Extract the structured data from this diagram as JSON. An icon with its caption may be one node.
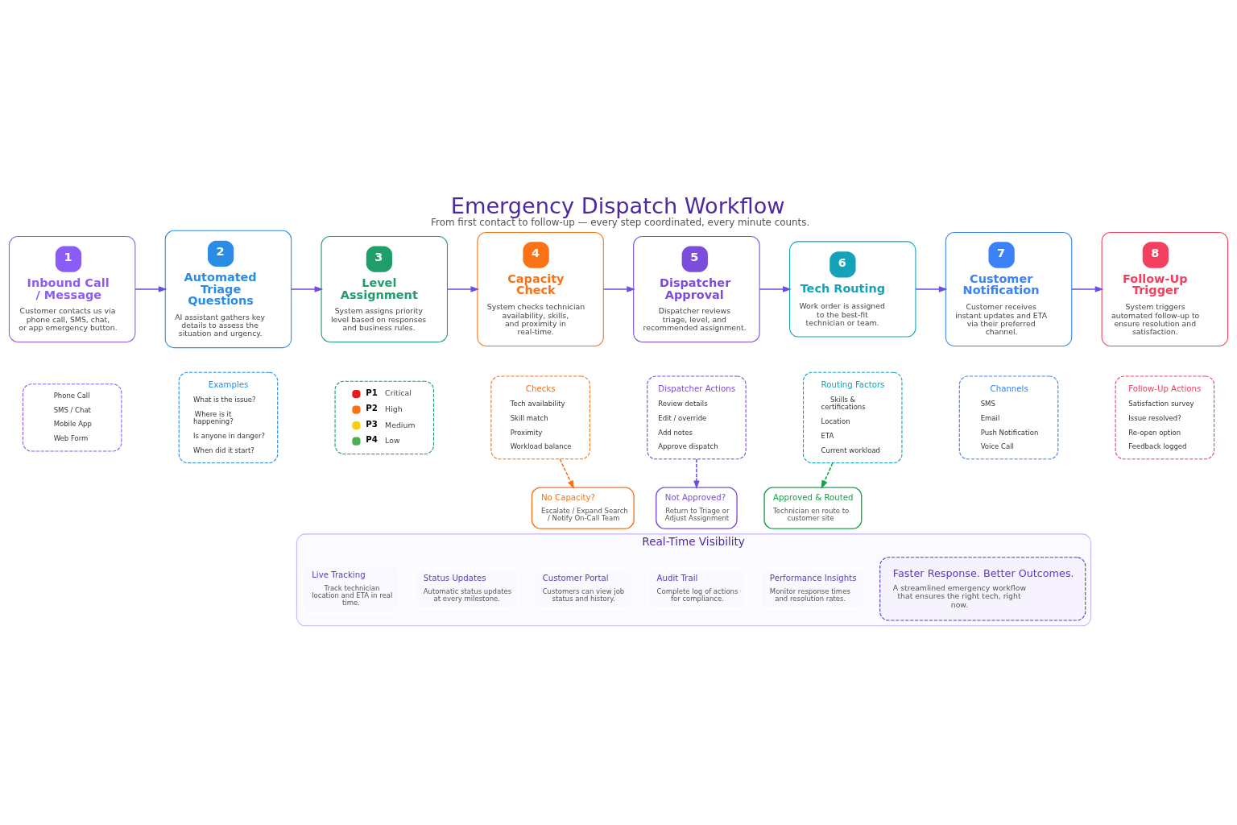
{
  "diagram": {
    "title": "Emergency Dispatch Workflow",
    "caption": "From first contact to follow-up — every step coordinated, every minute counts.",
    "nodes": [
      {
        "text": [
          "1",
          "Inbound Call / Message",
          "Customer contacts us via phone call, SMS, chat, or app emergency button."
        ]
      },
      {
        "text": [
          "2",
          "Automated Triage Questions",
          "AI assistant gathers key details to assess the situation and urgency."
        ]
      },
      {
        "text": [
          "3",
          "Level Assignment",
          "System assigns priority level based on responses and business rules."
        ]
      },
      {
        "text": [
          "4",
          "Capacity Check",
          "System checks technician availability, skills, and proximity in real-time."
        ]
      },
      {
        "text": [
          "5",
          "Dispatcher Approval",
          "Dispatcher reviews triage, level, and recommended assignment."
        ]
      },
      {
        "text": [
          "6",
          "Tech Routing",
          "Work order is assigned to the best-fit technician or team."
        ]
      },
      {
        "text": [
          "7",
          "Customer Notification",
          "Customer receives instant updates and ETA via their preferred channel."
        ]
      },
      {
        "text": [
          "8",
          "Follow-Up Trigger",
          "System triggers automated follow-up to ensure resolution and satisfaction."
        ]
      },
      {
        "text": [
          "Phone Call",
          "SMS / Chat",
          "Mobile App",
          "Web Form"
        ]
      },
      {
        "text": [
          "Examples",
          "What is the issue?",
          "Where is it happening?",
          "Is anyone in danger?",
          "When did it start?"
        ]
      },
      {
        "text": [
          "P1",
          "Critical",
          "P2",
          "High",
          "P3",
          "Medium",
          "P4",
          "Low"
        ]
      },
      {
        "text": [
          "Checks",
          "Tech availability",
          "Skill match",
          "Proximity",
          "Workload balance"
        ]
      },
      {
        "text": [
          "Dispatcher Actions",
          "Review details",
          "Edit / override",
          "Add notes",
          "Approve dispatch"
        ]
      },
      {
        "text": [
          "Routing Factors",
          "Skills & certifications",
          "Location",
          "ETA",
          "Current workload"
        ]
      },
      {
        "text": [
          "Channels",
          "SMS",
          "Email",
          "Push Notification",
          "Voice Call"
        ]
      },
      {
        "text": [
          "Follow-Up Actions",
          "Satisfaction survey",
          "Issue resolved?",
          "Re-open option",
          "Feedback logged"
        ]
      },
      {
        "text": [
          "No Capacity?",
          "Escalate / Expand Search / Notify On-Call Team"
        ]
      },
      {
        "text": [
          "Not Approved?",
          "Return to Triage or Adjust Assignment"
        ]
      },
      {
        "text": [
          "Approved & Routed",
          "Technician en route to customer site"
        ]
      },
      {
        "text": [
          "Real-Time Visibility"
        ]
      },
      {
        "text": [
          "Live Tracking",
          "Track technician location and ETA in real time."
        ],
        "in": 19
      },
      {
        "text": [
          "Status Updates",
          "Automatic status updates at every milestone."
        ],
        "in": 19
      },
      {
        "text": [
          "Customer Portal",
          "Customers can view job status and history."
        ],
        "in": 19
      },
      {
        "text": [
          "Audit Trail",
          "Complete log of actions for compliance."
        ],
        "in": 19
      },
      {
        "text": [
          "Performance Insights",
          "Monitor response times and resolution rates."
        ],
        "in": 19
      },
      {
        "text": [
          "Faster Response. Better Outcomes.",
          "A streamlined emergency workflow that ensures the right tech, right now."
        ],
        "in": 19
      }
    ],
    "edges": [
      {
        "from": 0,
        "to": 1,
        "arrow": "to"
      },
      {
        "from": 1,
        "to": 2,
        "arrow": "to"
      },
      {
        "from": 2,
        "to": 3,
        "arrow": "to"
      },
      {
        "from": 3,
        "to": 4,
        "arrow": "to"
      },
      {
        "from": 4,
        "to": 5,
        "arrow": "to"
      },
      {
        "from": 5,
        "to": 6,
        "arrow": "to"
      },
      {
        "from": 6,
        "to": 7,
        "arrow": "to"
      },
      {
        "from": 11,
        "to": 16,
        "arrow": "to",
        "style": "dashed",
        "color": "#f97316"
      },
      {
        "from": 12,
        "to": 17,
        "arrow": "to",
        "style": "dashed"
      },
      {
        "from": 13,
        "to": 18,
        "arrow": "to",
        "style": "dashed",
        "color": "#16a34a"
      }
    ]
  }
}
